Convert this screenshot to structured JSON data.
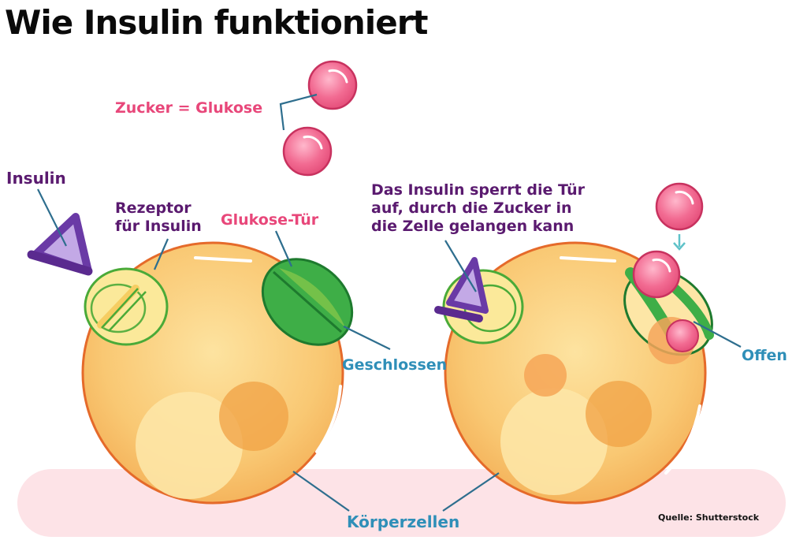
{
  "title": "Wie Insulin funktioniert",
  "labels": {
    "glucose": "Zucker = Glukose",
    "insulin": "Insulin",
    "receptor": "Rezeptor\nfür Insulin",
    "glucose_door": "Glukose-Tür",
    "unlock": "Das Insulin sperrt die Tür\nauf, durch die Zucker in\ndie Zelle gelangen kann",
    "closed": "Geschlossen",
    "open": "Offen",
    "body_cells": "Körperzellen",
    "source": "Quelle: Shutterstock"
  },
  "colors": {
    "pink_text": "#e8477a",
    "purple_text": "#5a1a6f",
    "blue_text": "#2f8fb8",
    "cell_fill": "#f8c46e",
    "door_green": "#3eae47",
    "tissue": "#fde3e7"
  }
}
